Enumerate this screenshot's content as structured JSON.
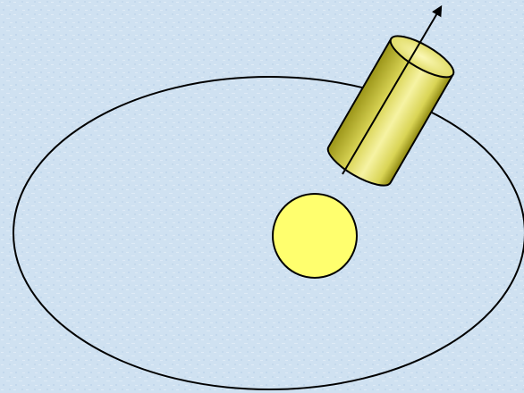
{
  "diagram": {
    "elements": [
      "orbit-ellipse",
      "sun-circle",
      "cylinder-body",
      "rotation-axis-arrow"
    ]
  },
  "colors": {
    "background": "#cfe1f1",
    "background_speckle": "#e3eef8",
    "stroke": "#000000",
    "sun_fill": "#ffff6e",
    "cylinder_light": "#f6f3a3",
    "cylinder_mid": "#d9d455",
    "cylinder_dark": "#9a9418",
    "cylinder_top": "#eeea7a"
  }
}
